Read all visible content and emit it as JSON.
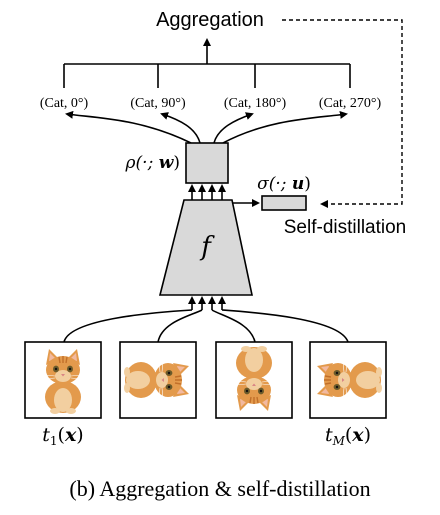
{
  "aggregation_label": "Aggregation",
  "outputs": [
    {
      "func": "(Cat",
      "angle": "0°)"
    },
    {
      "func": "(Cat",
      "angle": "90°)"
    },
    {
      "func": "(Cat",
      "angle": "180°)"
    },
    {
      "func": "(Cat",
      "angle": "270°)"
    }
  ],
  "rho_label": {
    "fn": "ρ(·; ",
    "param": "w",
    "close": ")"
  },
  "sigma_label": {
    "fn": "σ(·; ",
    "param": "u",
    "close": ")"
  },
  "encoder_label": "f",
  "self_distillation_label": "Self-distillation",
  "inputs": [
    {
      "name": "cat-upright",
      "label_base": "t",
      "label_sub": "1",
      "label_arg": "x",
      "rotation": 0
    },
    {
      "name": "cat-rot90",
      "label_base": "",
      "label_sub": "",
      "label_arg": "",
      "rotation": 90
    },
    {
      "name": "cat-rot180",
      "label_base": "",
      "label_sub": "",
      "label_arg": "",
      "rotation": 180
    },
    {
      "name": "cat-rot270",
      "label_base": "t",
      "label_sub": "M",
      "label_arg": "x",
      "rotation": 270
    }
  ],
  "caption": "(b) Aggregation & self-distillation",
  "colors": {
    "box_fill": "#d9d9d9",
    "stroke": "#000000",
    "cat_orange": "#e39a4c",
    "cat_light": "#f2cfa0"
  }
}
